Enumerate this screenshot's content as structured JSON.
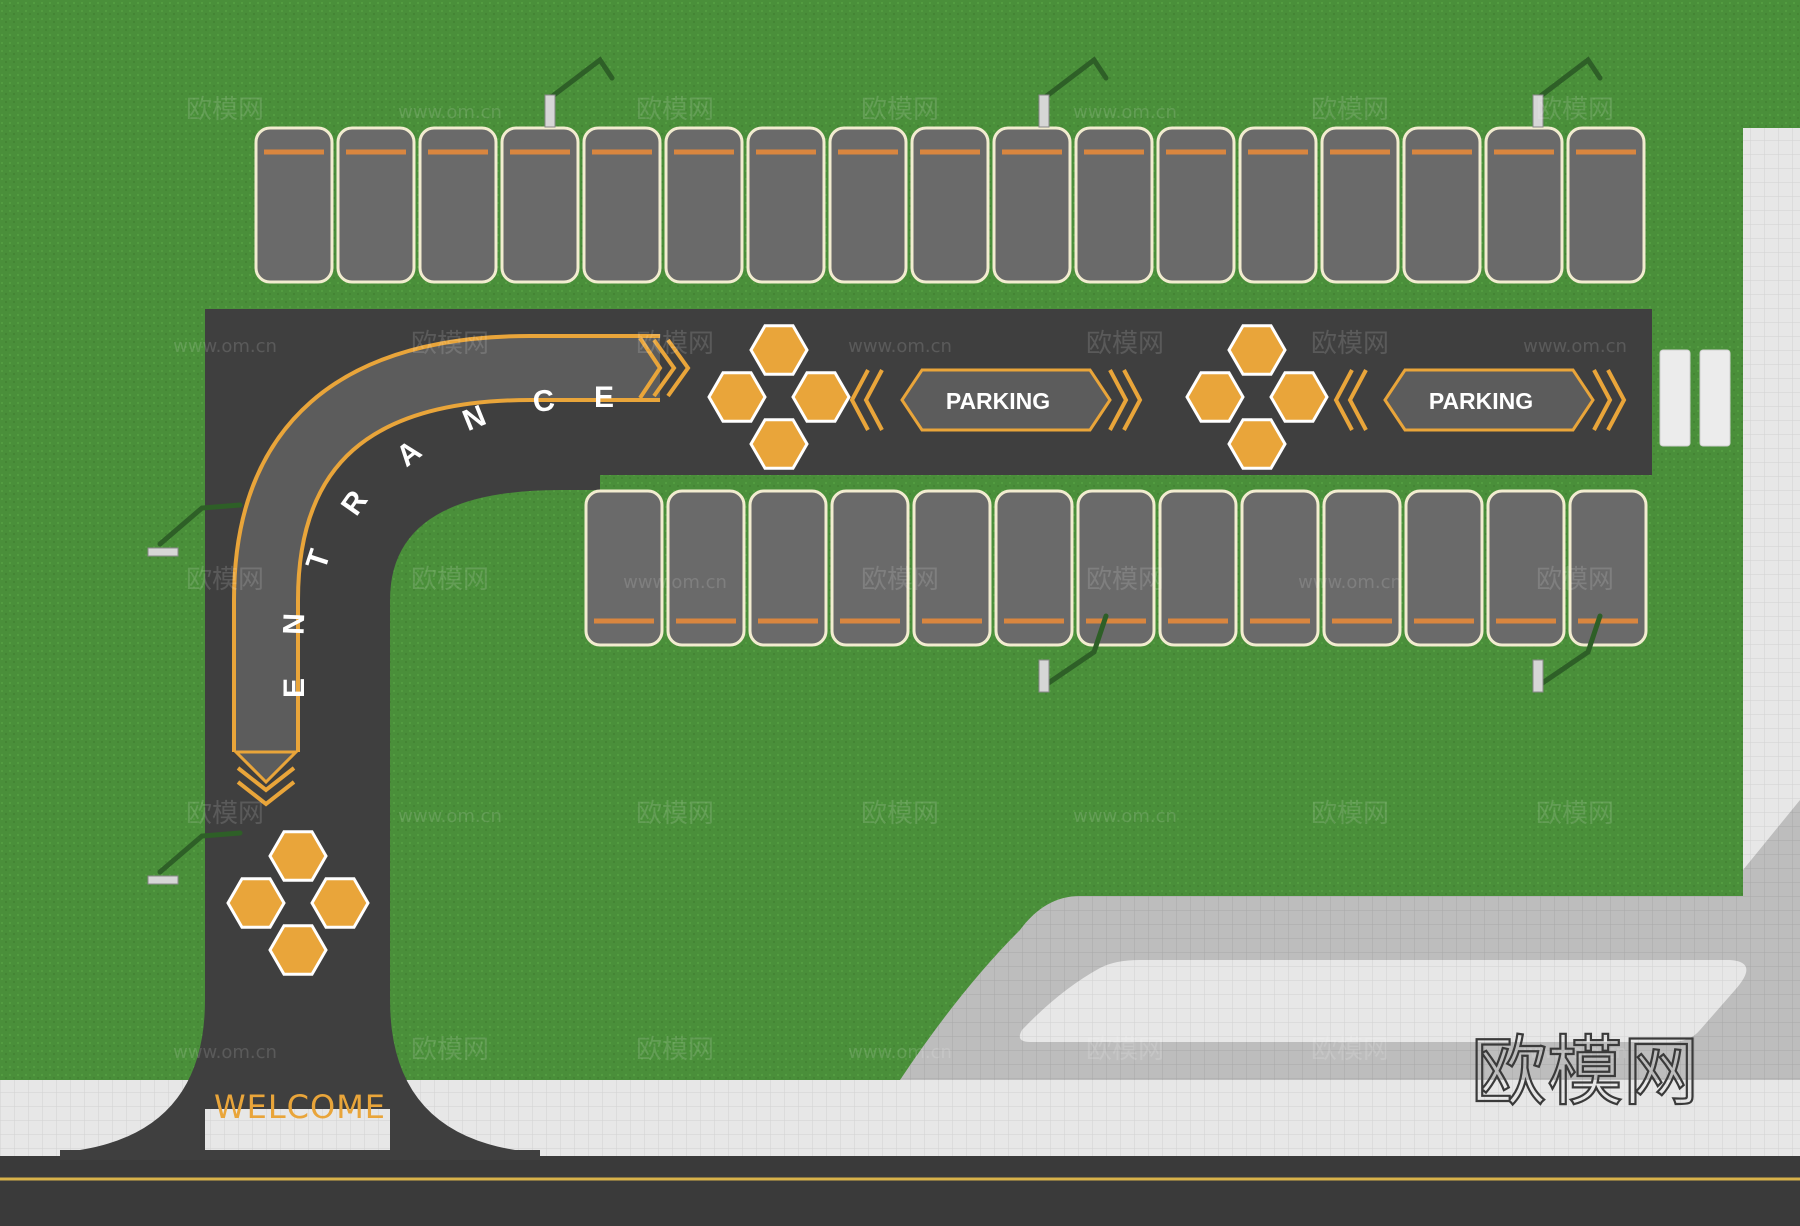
{
  "lot": {
    "welcome_text": "WELCOME",
    "parking_label_1": "PARKING",
    "parking_label_2": "PARKING",
    "entrance_letters": [
      "E",
      "N",
      "T",
      "R",
      "A",
      "N",
      "C",
      "E"
    ],
    "top_row_spaces": 17,
    "bottom_row_spaces": 13
  },
  "watermark": {
    "brand": "欧模网",
    "url": "www.om.cn"
  },
  "colors": {
    "grass": "#4a8f3a",
    "asphalt": "#3f3f3f",
    "space_fill": "#6a6a6a",
    "space_outline": "#f2ecd0",
    "accent": "#e9a53a",
    "stop_line": "#d9863f",
    "sidewalk": "#e6e6e6",
    "plaza": "#b9b9b9"
  }
}
